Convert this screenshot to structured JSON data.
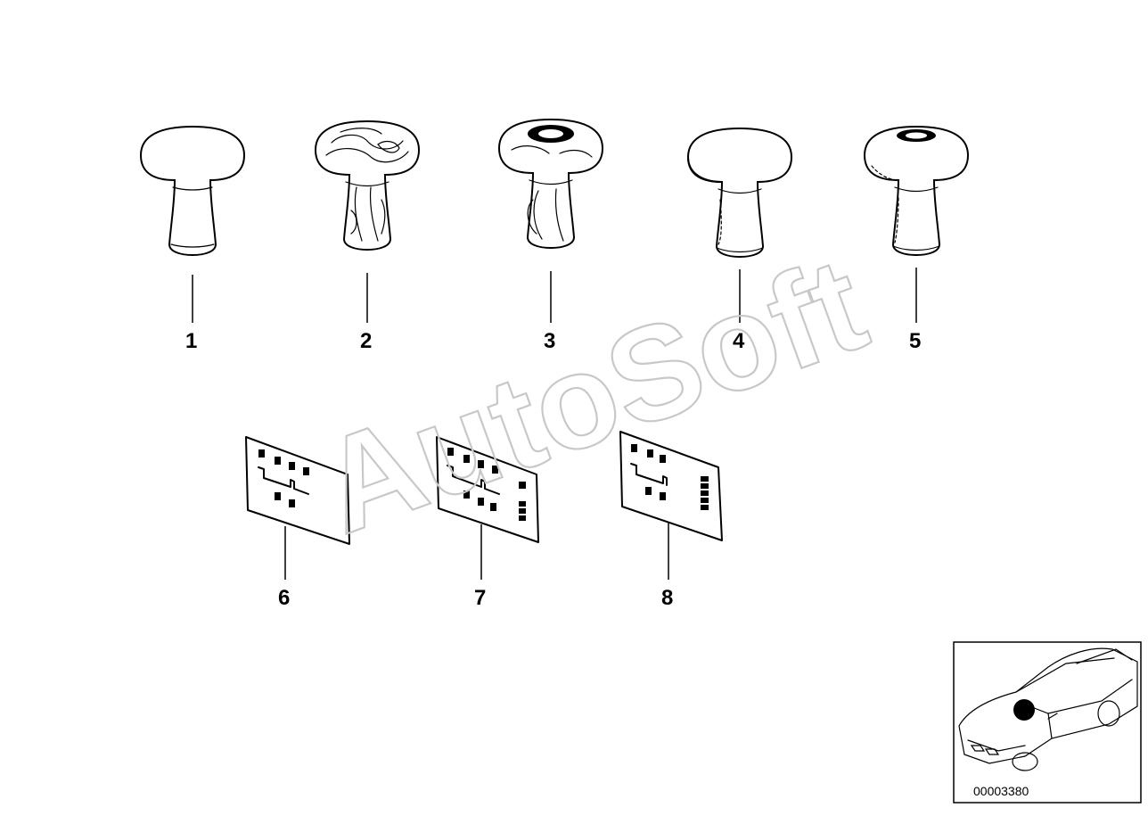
{
  "diagram": {
    "callouts": [
      {
        "number": "1",
        "part": "knob-plain"
      },
      {
        "number": "2",
        "part": "knob-wood"
      },
      {
        "number": "3",
        "part": "knob-wood-emblem"
      },
      {
        "number": "4",
        "part": "knob-leather"
      },
      {
        "number": "5",
        "part": "knob-leather-emblem"
      },
      {
        "number": "6",
        "part": "shift-pattern-plate"
      },
      {
        "number": "7",
        "part": "shift-pattern-plate"
      },
      {
        "number": "8",
        "part": "shift-pattern-plate"
      }
    ],
    "watermark_text": "AutoSoft",
    "diagram_number": "00003380",
    "inset_icon": "car-location-icon"
  }
}
